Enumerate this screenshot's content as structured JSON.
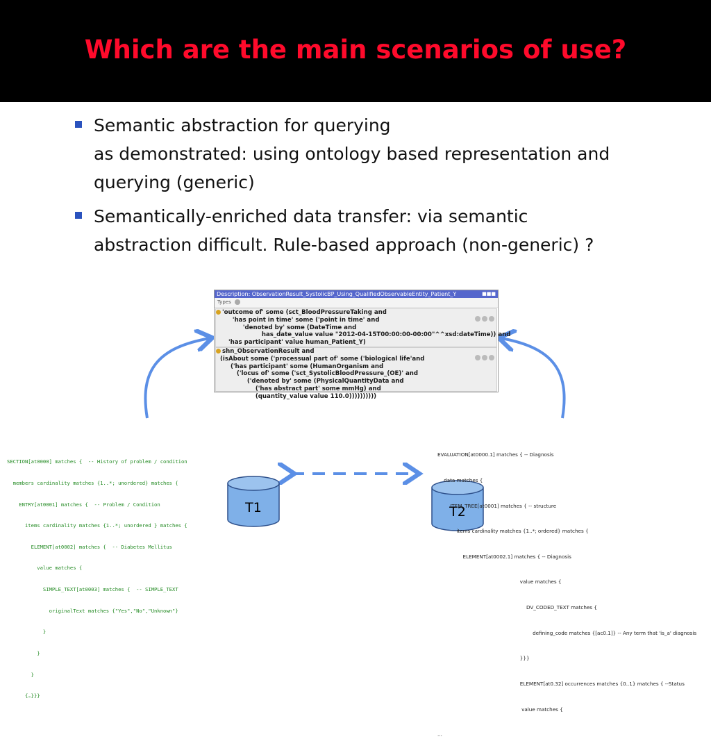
{
  "slide": {
    "title": "Which are the main scenarios of use?",
    "accent_color": "#ff0a2b",
    "bullet_color": "#2a52be",
    "bullets": [
      {
        "lines": [
          "Semantic abstraction for querying",
          "as demonstrated: using ontology based representation and",
          "querying (generic)"
        ]
      },
      {
        "lines": [
          "Semantically-enriched data transfer: via semantic",
          "abstraction difficult. Rule-based approach (non-generic) ?"
        ]
      }
    ]
  },
  "protege": {
    "header": "Description: ObservationResult_SystolicBP_Using_QualifiedObservableEntity_Patient_Y",
    "types_label": "Types",
    "frame1_lines": [
      "'outcome of' some (sct_BloodPressureTaking and",
      "        'has point in time' some ('point in time' and",
      "             'denoted by' some (DateTime and",
      "                      has_date_value value \"2012-04-15T00:00:00-00:00\"^^xsd:dateTime)) and",
      "      'has participant' value human_Patient_Y)"
    ],
    "frame2_lines": [
      "shn_ObservationResult and",
      "  (isAbout some ('processual part of' some ('biological life'and",
      "       ('has participant' some (HumanOrganism and",
      "          ('locus of' some ('sct_SystolicBloodPressure_(OE)' and",
      "               ('denoted by' some (PhysicalQuantityData and",
      "                   ('has abstract part' some mmHg) and",
      "                   (quantity_value value 110.0))))))))))"
    ]
  },
  "code_left": [
    "SECTION[at0000] matches {  -- History of problem / condition",
    "  members cardinality matches {1..*; unordered} matches {",
    "    ENTRY[at0001] matches {  -- Problem / Condition",
    "      items cardinality matches {1..*; unordered } matches {",
    "        ELEMENT[at0002] matches {  -- Diabetes Mellitus",
    "          value matches {",
    "            SIMPLE_TEXT[at0003] matches {  -- SIMPLE_TEXT",
    "              originalText matches {\"Yes\",\"No\",\"Unknown\"}",
    "            }",
    "          }",
    "        }",
    "      {…}}}"
  ],
  "code_right": [
    "EVALUATION[at0000.1] matches { -- Diagnosis",
    "    data matches {",
    "        ITEM_TREE[at0001] matches { -- structure",
    "            items cardinality matches {1..*; ordered} matches {",
    "                ELEMENT[at0002.1] matches { -- Diagnosis",
    "                                                    value matches {",
    "                                                        DV_CODED_TEXT matches {",
    "                                                            defining_code matches {[ac0.1]} -- Any term that 'is_a' diagnosis",
    "                                                    }}}",
    "                                                    ELEMENT[at0.32] occurrences matches {0..1} matches { --Status",
    "                                                     value matches {",
    "..."
  ],
  "databases": {
    "left": "T1",
    "right": "T2"
  },
  "colors": {
    "arrow": "#5b8fe6",
    "cylinder": "#7fb0e8",
    "cylinder_stroke": "#2d4f8a"
  }
}
